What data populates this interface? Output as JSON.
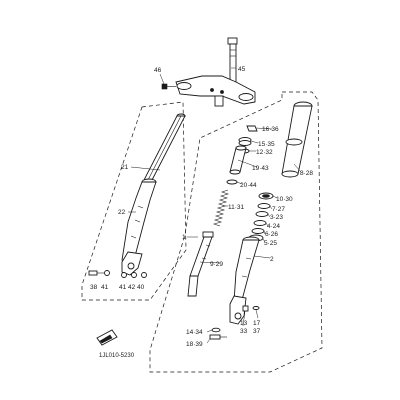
{
  "diagram": {
    "labels": {
      "l45": "45",
      "l46": "46",
      "l21": "21",
      "l22": "22",
      "l1": "1",
      "l16_36": "16·36",
      "l15_35": "15·35",
      "l12_32": "12·32",
      "l19_43": "19·43",
      "l20_44": "20·44",
      "l11_31": "11·31",
      "l8_28": "8·28",
      "l10_30": "10·30",
      "l7_27": "7·27",
      "l3_23": "3·23",
      "l4_24": "4·24",
      "l6_26": "6·26",
      "l5_25": "5·25",
      "l2": "2",
      "l9_29": "9·29",
      "l38": "38",
      "l41a": "41",
      "l41b": "41",
      "l42": "42",
      "l40": "40",
      "l13": "13",
      "l17": "17",
      "l33": "33",
      "l37": "37",
      "l14_34": "14·34",
      "l18_39": "18·39"
    },
    "drawing_code": "1JL010-5230"
  }
}
